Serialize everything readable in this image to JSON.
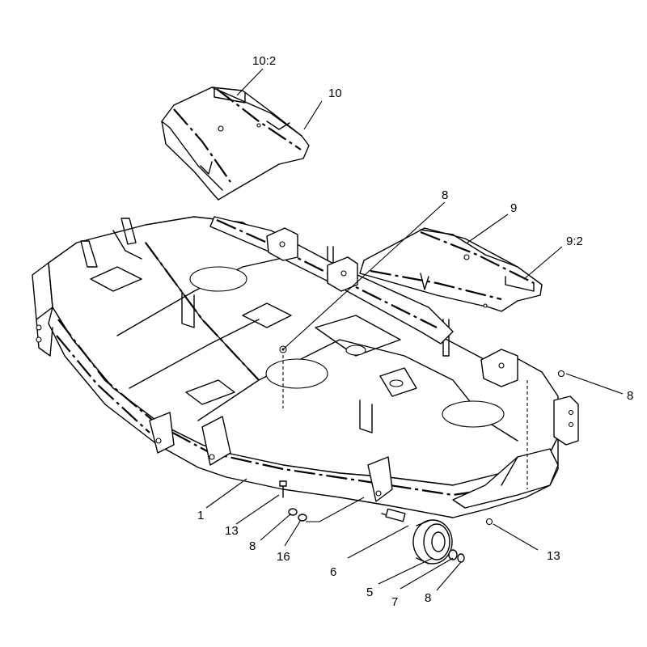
{
  "diagram": {
    "callouts": [
      {
        "id": "c-10-2",
        "text": "10:2"
      },
      {
        "id": "c-10",
        "text": "10"
      },
      {
        "id": "c-8-top",
        "text": "8"
      },
      {
        "id": "c-9",
        "text": "9"
      },
      {
        "id": "c-9-2",
        "text": "9:2"
      },
      {
        "id": "c-8-right",
        "text": "8"
      },
      {
        "id": "c-1",
        "text": "1"
      },
      {
        "id": "c-13-left",
        "text": "13"
      },
      {
        "id": "c-8-left",
        "text": "8"
      },
      {
        "id": "c-16",
        "text": "16"
      },
      {
        "id": "c-6",
        "text": "6"
      },
      {
        "id": "c-5",
        "text": "5"
      },
      {
        "id": "c-7",
        "text": "7"
      },
      {
        "id": "c-8-bottom",
        "text": "8"
      },
      {
        "id": "c-13-right",
        "text": "13"
      }
    ]
  }
}
